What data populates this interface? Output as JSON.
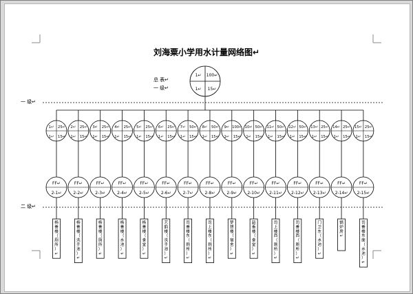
{
  "title": "刘海粟小学用水计量网络图↵",
  "total_label_line1": "总  表↵",
  "total_label_line2": "一 级↵",
  "total_meter": {
    "tl": "1↵",
    "tr": "100↵",
    "bl": "1↵",
    "br": "15↵"
  },
  "level1_label": "一 级↵",
  "level2_label": "二 级↵",
  "level1_meters": [
    {
      "tl": "1↵",
      "tr": "25↵",
      "bl": "1↵",
      "br": "15↵"
    },
    {
      "tl": "2↵",
      "tr": "25↵",
      "bl": "1↵",
      "br": "15↵"
    },
    {
      "tl": "3↵",
      "tr": "25↵",
      "bl": "1↵",
      "br": "15↵"
    },
    {
      "tl": "4↵",
      "tr": "25↵",
      "bl": "1↵",
      "br": "15↵"
    },
    {
      "tl": "5↵",
      "tr": "25↵",
      "bl": "1↵",
      "br": "15↵"
    },
    {
      "tl": "6↵",
      "tr": "25↵",
      "bl": "1↵",
      "br": "15↵"
    },
    {
      "tl": "7↵",
      "tr": "50↵",
      "bl": "1↵",
      "br": "15↵"
    },
    {
      "tl": "8↵",
      "tr": "50↵",
      "bl": "1↵",
      "br": "15↵"
    },
    {
      "tl": "9↵",
      "tr": "100↵",
      "bl": "1↵",
      "br": "15↵"
    },
    {
      "tl": "10↵",
      "tr": "50↵",
      "bl": "1↵",
      "br": "15↵"
    },
    {
      "tl": "11↵",
      "tr": "50↵",
      "bl": "1↵",
      "br": "15↵"
    },
    {
      "tl": "12↵",
      "tr": "50↵",
      "bl": "1↵",
      "br": "15↵"
    },
    {
      "tl": "13↵",
      "tr": "25↵",
      "bl": "1↵",
      "br": "15↵"
    },
    {
      "tl": "14↵",
      "tr": "25↵",
      "bl": "1↵",
      "br": "15↵"
    },
    {
      "tl": "15↵",
      "tr": "25↵",
      "bl": "1↵",
      "br": "15↵"
    }
  ],
  "level2_meters": [
    {
      "top": "FF↵",
      "bottom": "2-1↵",
      "label": "杨善楼（厕所）↵"
    },
    {
      "top": "FF↵",
      "bottom": "2-2↵",
      "label": "杨善楼（洗手池）↵"
    },
    {
      "top": "FF↵",
      "bottom": "2-3↵",
      "label": "杨善楼（厕所）↵"
    },
    {
      "top": "FF↵",
      "bottom": "2-4↵",
      "label": "杨善楼（水池）↵"
    },
    {
      "top": "FF↵",
      "bottom": "2-5↵",
      "label": "杨善楼（食堂）↵"
    },
    {
      "top": "FF↵",
      "bottom": "2-6↵",
      "label": "艺韵楼（洗手池）↵"
    },
    {
      "top": "FF↵",
      "bottom": "2-7↵",
      "label": "司善楼东（厕所）↵"
    },
    {
      "top": "FF↵",
      "bottom": "2-8↵",
      "label": "司上楼东（厕所）↵"
    },
    {
      "top": "FF↵",
      "bottom": "2-9↵",
      "label": "梦想楼（宿舍）↵"
    },
    {
      "top": "FF↵",
      "bottom": "2-10↵",
      "label": "韶香楼（食堂）↵"
    },
    {
      "top": "FF↵",
      "bottom": "2-11↵",
      "label": "司上楼西（厕所）↵"
    },
    {
      "top": "FF↵",
      "bottom": "2-12↵",
      "label": "司善楼西（厕所）↵"
    },
    {
      "top": "FF↵",
      "bottom": "2-13↵",
      "label": "门卫东（水池）↵"
    },
    {
      "top": "FF↵",
      "bottom": "2-14↵",
      "label": "锅炉房↵"
    },
    {
      "top": "FF↵",
      "bottom": "2-15↵",
      "label": "司善楼东面（水池）↵"
    }
  ]
}
